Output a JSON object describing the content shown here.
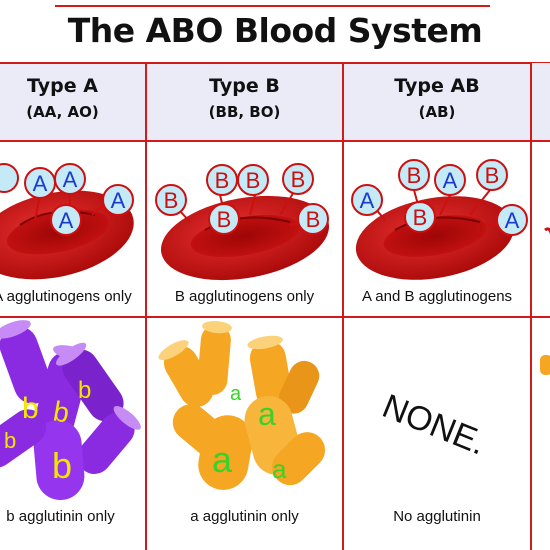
{
  "title": "The ABO Blood System",
  "columns": [
    {
      "type": "Type A",
      "genotype": "(AA, AO)",
      "antigen_caption": "A agglutinogens only",
      "antibody_caption": "b agglutinin only"
    },
    {
      "type": "Type B",
      "genotype": "(BB, BO)",
      "antigen_caption": "B agglutinogens only",
      "antibody_caption": "a agglutinin only"
    },
    {
      "type": "Type AB",
      "genotype": "(AB)",
      "antigen_caption": "A and B agglutinogens",
      "antibody_caption": "No agglutinin"
    }
  ],
  "antigen_letters": {
    "a": "A",
    "b": "B"
  },
  "antibody_letters": {
    "a": "a",
    "b": "b"
  },
  "none_label": "NONE.",
  "colors": {
    "grid_red": "#d11a1a",
    "header_band": "#ebebf8",
    "cell_red": "#cc1010",
    "antigen_circle": "#c4e9f7",
    "antibody_purple": "#8a2be2",
    "antibody_orange": "#f5a623",
    "letter_yellow": "#f2e600",
    "letter_green": "#39d12a"
  }
}
